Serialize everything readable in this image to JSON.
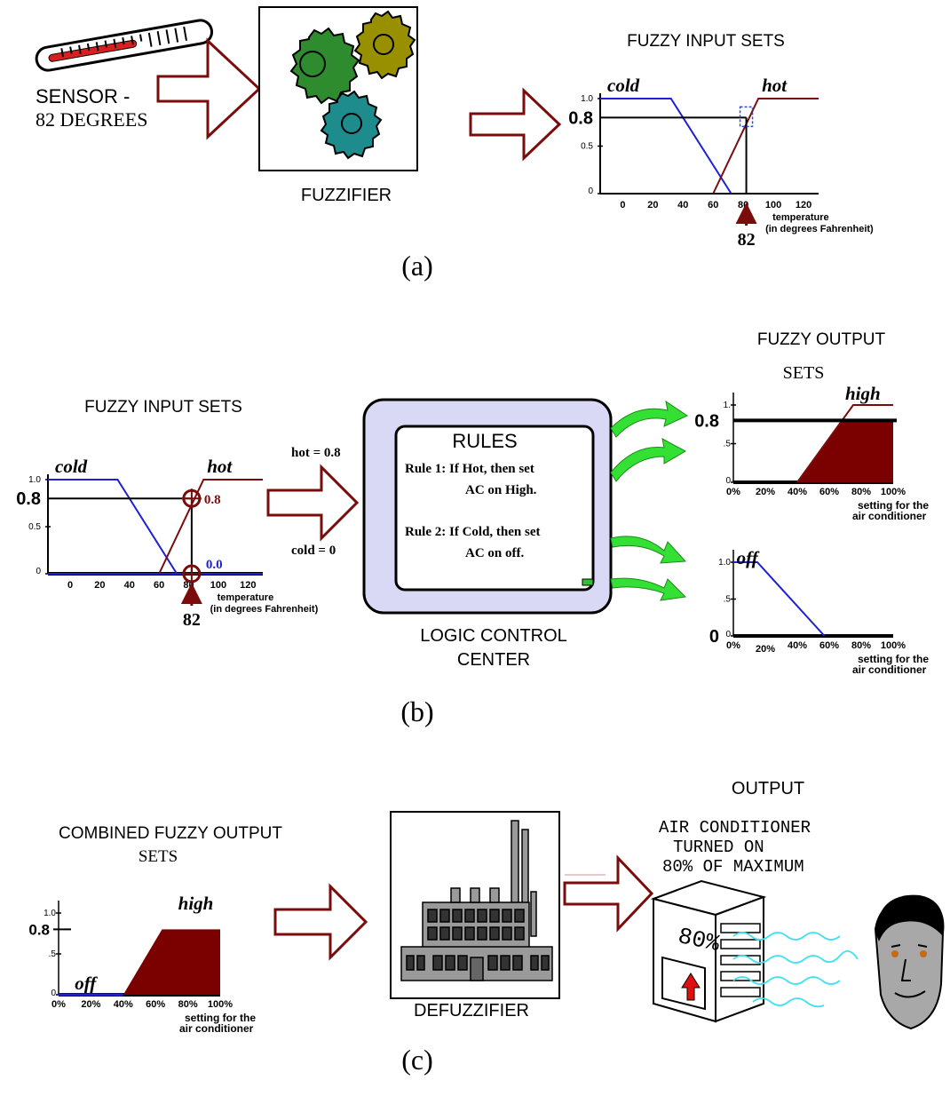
{
  "colors": {
    "cold": "#1f1fd6",
    "hot": "#7a0c0c",
    "arrow": "#7a0c0c",
    "high_fill": "#7b0000",
    "green_arrow": "#33e033",
    "monitor": "#d9d9f5"
  },
  "panel_a": {
    "caption": "(a)",
    "sensor_line1": "SENSOR -",
    "sensor_line2": "82 DEGREES",
    "fuzzifier_label": "FUZZIFIER",
    "chart_title": "FUZZY INPUT SETS",
    "marker_value": "0.8",
    "reading_value": "82"
  },
  "panel_b": {
    "caption": "(b)",
    "input_title": "FUZZY INPUT SETS",
    "marker_value": "0.8",
    "reading_value": "82",
    "hot_value_label": "0.8",
    "cold_value_label": "0.0",
    "hot_eq": "hot = 0.8",
    "cold_eq": "cold = 0",
    "monitor_title": "RULES",
    "rule1_line1": "Rule 1:  If Hot, then set",
    "rule1_line2": "AC on High.",
    "rule2_line1": "Rule 2:  If Cold, then set",
    "rule2_line2": "AC on off.",
    "center_line1": "LOGIC CONTROL",
    "center_line2": "CENTER",
    "output_title_line1": "FUZZY OUTPUT",
    "output_title_line2": "SETS",
    "high_marker": "0.8",
    "off_marker": "0"
  },
  "panel_c": {
    "caption": "(c)",
    "combined_title_line1": "COMBINED FUZZY OUTPUT",
    "combined_title_line2": "SETS",
    "marker_value": "0.8",
    "defuzzifier_label": "DEFUZZIFIER",
    "output_title": "OUTPUT",
    "ac_line1": "AIR CONDITIONER",
    "ac_line2": "TURNED ON",
    "ac_line3": "80% OF MAXIMUM",
    "ac_display": "80%"
  },
  "chart_data": [
    {
      "type": "line",
      "title": "FUZZY INPUT SETS",
      "xlabel": "temperature\n(in degrees Fahrenheit)",
      "x_ticks": [
        "0",
        "20",
        "40",
        "60",
        "80",
        "100",
        "120"
      ],
      "y_ticks": [
        "0",
        "0.5",
        "1.0"
      ],
      "ylim": [
        0,
        1
      ],
      "xlim": [
        -15,
        130
      ],
      "series": [
        {
          "name": "cold",
          "x": [
            -15,
            32,
            72
          ],
          "y": [
            1,
            1,
            0
          ]
        },
        {
          "name": "hot",
          "x": [
            60,
            90,
            130
          ],
          "y": [
            0,
            1,
            1
          ]
        }
      ],
      "reading": {
        "x": 82,
        "y": 0.8
      }
    },
    {
      "type": "line",
      "title": "FUZZY INPUT SETS",
      "xlabel": "temperature\n(in degrees Fahrenheit)",
      "x_ticks": [
        "0",
        "20",
        "40",
        "60",
        "80",
        "100",
        "120"
      ],
      "y_ticks": [
        "0",
        "0.5",
        "1.0"
      ],
      "ylim": [
        0,
        1
      ],
      "xlim": [
        -15,
        130
      ],
      "series": [
        {
          "name": "cold",
          "x": [
            -15,
            32,
            72,
            130
          ],
          "y": [
            1,
            1,
            0,
            0
          ]
        },
        {
          "name": "hot",
          "x": [
            60,
            90,
            130
          ],
          "y": [
            0,
            1,
            1
          ]
        }
      ],
      "reading": {
        "x": 82,
        "hot": 0.8,
        "cold": 0.0
      }
    },
    {
      "type": "area",
      "title": "FUZZY OUTPUT SETS",
      "xlabel": "setting for the\nair conditioner",
      "x_ticks": [
        "0%",
        "20%",
        "40%",
        "60%",
        "80%",
        "100%"
      ],
      "y_ticks": [
        "0",
        ".5",
        "1."
      ],
      "ylim": [
        0,
        1
      ],
      "series": [
        {
          "name": "high",
          "x": [
            40,
            75,
            100
          ],
          "y": [
            0,
            1,
            1
          ]
        }
      ],
      "clip": 0.8
    },
    {
      "type": "line",
      "title": "FUZZY OUTPUT SETS",
      "xlabel": "setting for the\nair conditioner",
      "x_ticks": [
        "0%",
        "20%",
        "40%",
        "60%",
        "80%",
        "100%"
      ],
      "y_ticks": [
        "0",
        ".5",
        "1.0"
      ],
      "ylim": [
        0,
        1
      ],
      "series": [
        {
          "name": "off",
          "x": [
            0,
            15,
            57
          ],
          "y": [
            1,
            1,
            0
          ]
        }
      ],
      "clip": 0
    },
    {
      "type": "area",
      "title": "COMBINED FUZZY OUTPUT SETS",
      "xlabel": "setting for the\nair conditioner",
      "x_ticks": [
        "0%",
        "20%",
        "40%",
        "60%",
        "80%",
        "100%"
      ],
      "y_ticks": [
        "0",
        ".5",
        "1.0"
      ],
      "ylim": [
        0,
        1
      ],
      "series": [
        {
          "name": "high",
          "x": [
            40,
            64,
            100
          ],
          "y": [
            0,
            0.8,
            0.8
          ]
        },
        {
          "name": "off",
          "x": [
            0,
            40
          ],
          "y": [
            0,
            0
          ]
        }
      ],
      "marker": 0.8
    }
  ]
}
